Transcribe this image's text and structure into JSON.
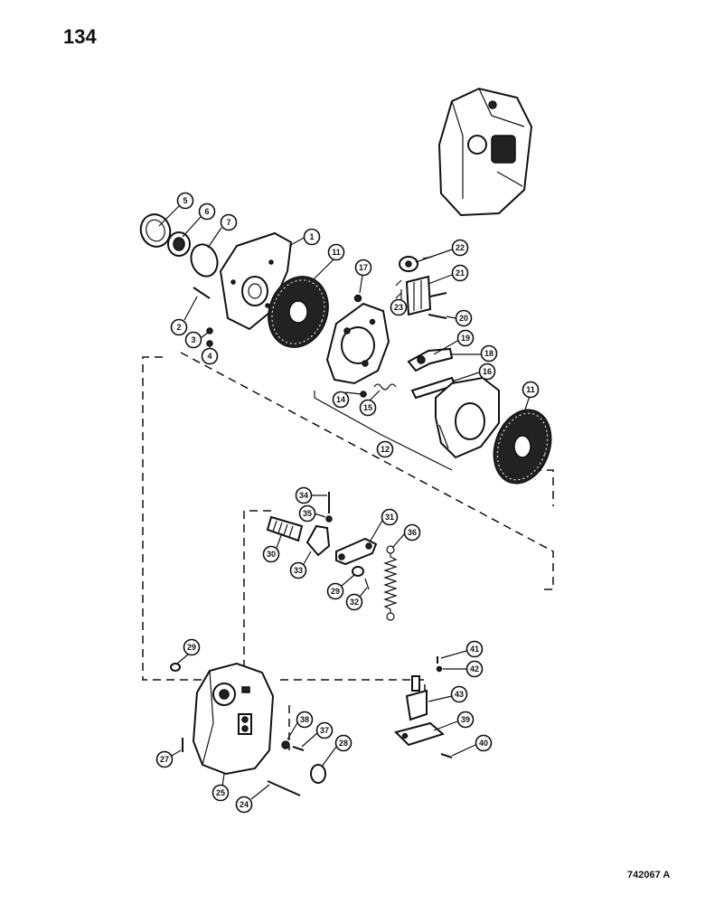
{
  "page_number": "134",
  "figure_id": "742067 A",
  "callouts": [
    "1",
    "2",
    "3",
    "4",
    "5",
    "6",
    "7",
    "11",
    "17",
    "22",
    "21",
    "20",
    "23",
    "19",
    "18",
    "16",
    "14",
    "15",
    "12",
    "11",
    "34",
    "35",
    "31",
    "36",
    "30",
    "33",
    "29",
    "32",
    "29",
    "41",
    "42",
    "43",
    "39",
    "40",
    "38",
    "37",
    "28",
    "27",
    "25",
    "24"
  ]
}
